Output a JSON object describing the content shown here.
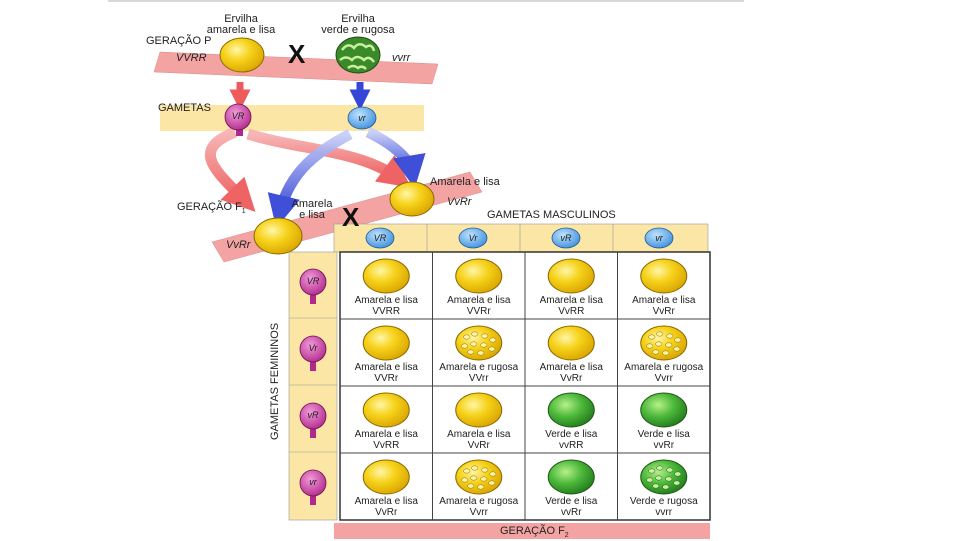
{
  "parents": {
    "generation_label": "GERAÇÃO P",
    "left": {
      "name_line1": "Ervilha",
      "name_line2": "amarela e lisa",
      "genotype": "VVRR"
    },
    "right": {
      "name_line1": "Ervilha",
      "name_line2": "verde e rugosa",
      "genotype": "vvrr"
    },
    "cross_symbol": "X"
  },
  "gametes": {
    "label": "GAMETAS",
    "left": "VR",
    "right": "vr"
  },
  "f1": {
    "generation_label": "GERAÇÃO F",
    "generation_subscript": "1",
    "left": {
      "phenotype_line1": "Amarela",
      "phenotype_line2": "e lisa",
      "genotype": "VvRr"
    },
    "right": {
      "phenotype": "Amarela e lisa",
      "genotype": "VvRr"
    },
    "cross_symbol": "X"
  },
  "punnett": {
    "male_header": "GAMETAS MASCULINOS",
    "female_header": "GAMETAS FEMININOS",
    "male_gametes": [
      "VR",
      "Vr",
      "vR",
      "vr"
    ],
    "female_gametes": [
      "VR",
      "Vr",
      "vR",
      "vr"
    ],
    "footer_label": "GERAÇÃO F",
    "footer_subscript": "2",
    "cells": [
      [
        {
          "phenotype": "Amarela e lisa",
          "genotype": "VVRR",
          "seed": "yellow-smooth"
        },
        {
          "phenotype": "Amarela e lisa",
          "genotype": "VVRr",
          "seed": "yellow-smooth"
        },
        {
          "phenotype": "Amarela e lisa",
          "genotype": "VvRR",
          "seed": "yellow-smooth"
        },
        {
          "phenotype": "Amarela e lisa",
          "genotype": "VvRr",
          "seed": "yellow-smooth"
        }
      ],
      [
        {
          "phenotype": "Amarela e lisa",
          "genotype": "VVRr",
          "seed": "yellow-smooth"
        },
        {
          "phenotype": "Amarela e rugosa",
          "genotype": "VVrr",
          "seed": "yellow-wrinkled"
        },
        {
          "phenotype": "Amarela e lisa",
          "genotype": "VvRr",
          "seed": "yellow-smooth"
        },
        {
          "phenotype": "Amarela e rugosa",
          "genotype": "Vvrr",
          "seed": "yellow-wrinkled"
        }
      ],
      [
        {
          "phenotype": "Amarela e lisa",
          "genotype": "VvRR",
          "seed": "yellow-smooth"
        },
        {
          "phenotype": "Amarela e lisa",
          "genotype": "VvRr",
          "seed": "yellow-smooth"
        },
        {
          "phenotype": "Verde e lisa",
          "genotype": "vvRR",
          "seed": "green-smooth"
        },
        {
          "phenotype": "Verde e lisa",
          "genotype": "vvRr",
          "seed": "green-smooth"
        }
      ],
      [
        {
          "phenotype": "Amarela e lisa",
          "genotype": "VvRr",
          "seed": "yellow-smooth"
        },
        {
          "phenotype": "Amarela e rugosa",
          "genotype": "Vvrr",
          "seed": "yellow-wrinkled"
        },
        {
          "phenotype": "Verde e lisa",
          "genotype": "vvRr",
          "seed": "green-smooth"
        },
        {
          "phenotype": "Verde e rugosa",
          "genotype": "vvrr",
          "seed": "green-wrinkled"
        }
      ]
    ]
  },
  "colors": {
    "band": "#f4a3a3",
    "gamete_band": "#fbe6a6",
    "male_gamete": "#5aa8e8",
    "female_gamete": "#c2399a",
    "yellow_seed": "#f2cc16",
    "green_seed": "#4cb83a",
    "arrow_red": "#f06060",
    "arrow_blue": "#3a4fd6"
  }
}
